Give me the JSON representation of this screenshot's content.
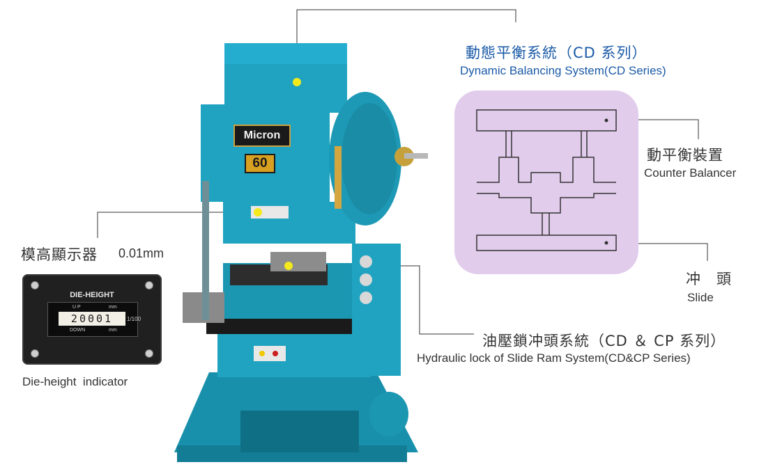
{
  "callouts": {
    "dynamic_balancing": {
      "cn": "動態平衡系統（CD 系列）",
      "en": "Dynamic Balancing System(CD Series)"
    },
    "counter_balancer": {
      "cn": "動平衡裝置",
      "en": "Counter Balancer"
    },
    "slide": {
      "cn": "冲　頭",
      "en": "Slide"
    },
    "hydraulic_lock": {
      "cn": "油壓鎖冲頭系統（CD ＆ CP 系列）",
      "en": "Hydraulic lock of Slide Ram System(CD&CP Series)"
    },
    "die_height": {
      "cn": "模高顯示器",
      "spec": "0.01mm",
      "en": "Die-height  indicator"
    }
  },
  "machine": {
    "brand": "Micron",
    "model": "60"
  },
  "indicator": {
    "title": "DIE-HEIGHT",
    "up_label": "U P",
    "down_label": "DOWN",
    "unit_up": "mm",
    "unit_down": "mm",
    "reading": "20001",
    "fraction": "1/100"
  },
  "colors": {
    "machine_body": "#1fa3c0",
    "machine_dark": "#147c93",
    "callout_blue": "#1a5aa6",
    "panel_lilac": "#e2ccec",
    "marker_yellow": "#f3e91c"
  }
}
